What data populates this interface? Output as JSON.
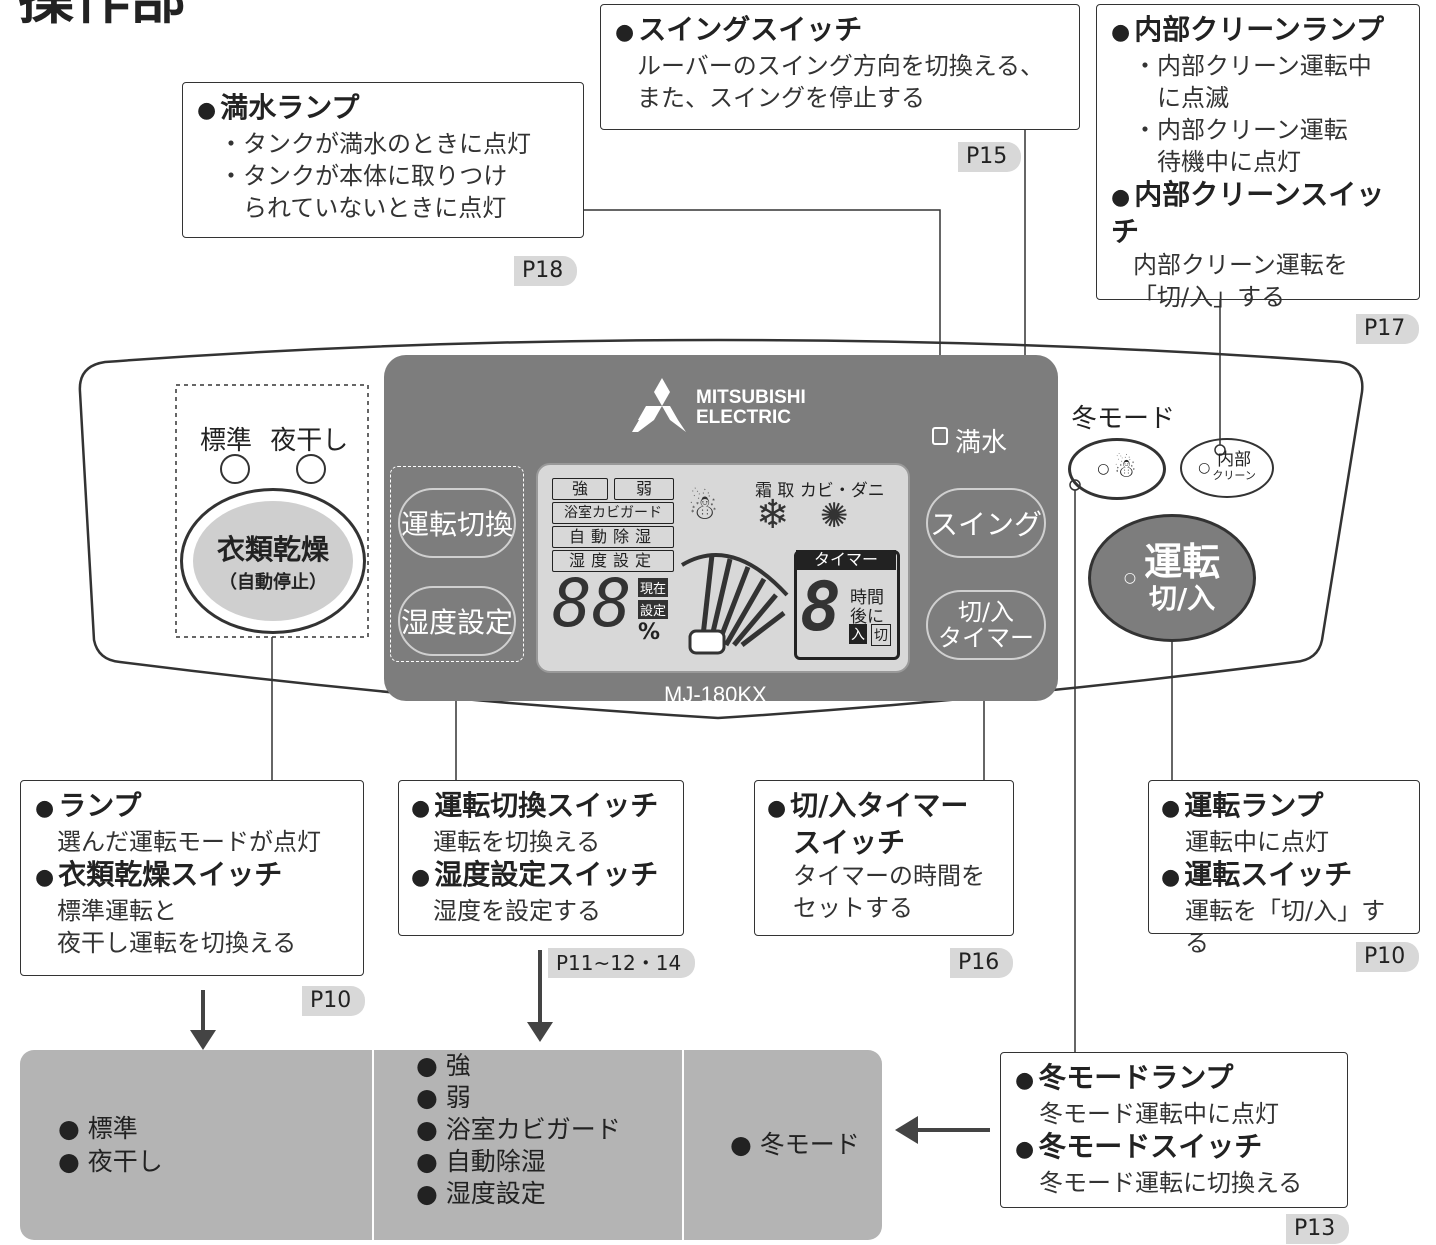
{
  "page_header": "操作部",
  "callouts": {
    "swing": {
      "title": "スイングスイッチ",
      "lines": [
        "ルーバーのスイング方向を切換える、",
        "また、スイングを停止する"
      ],
      "page": "P15"
    },
    "mansui": {
      "title": "満水ランプ",
      "lines": [
        "・タンクが満水のときに点灯",
        "・タンクが本体に取りつけ",
        "　られていないときに点灯"
      ],
      "page": "P18"
    },
    "naibu": {
      "title1": "内部クリーンランプ",
      "lines1": [
        "・内部クリーン運転中",
        "　に点滅",
        "・内部クリーン運転",
        "　待機中に点灯"
      ],
      "title2": "内部クリーンスイッチ",
      "lines2": [
        "内部クリーン運転を",
        "「切/入」する"
      ],
      "page": "P17"
    },
    "lamp": {
      "title1": "ランプ",
      "lines1": [
        "選んだ運転モードが点灯"
      ],
      "title2": "衣類乾燥スイッチ",
      "lines2": [
        "標準運転と",
        "夜干し運転を切換える"
      ],
      "page": "P10"
    },
    "unten_kirikae": {
      "title1": "運転切換スイッチ",
      "lines1": [
        "運転を切換える"
      ],
      "title2": "湿度設定スイッチ",
      "lines2": [
        "湿度を設定する"
      ],
      "page": "P11~12・14"
    },
    "timer": {
      "title_l1": "切/入タイマー",
      "title_l2": "スイッチ",
      "lines": [
        "タイマーの時間を",
        "セットする"
      ],
      "page": "P16"
    },
    "unten": {
      "title1": "運転ランプ",
      "lines1": [
        "運転中に点灯"
      ],
      "title2": "運転スイッチ",
      "lines2": [
        "運転を「切/入」する"
      ],
      "page": "P10"
    },
    "fuyu": {
      "title1": "冬モードランプ",
      "lines1": [
        "冬モード運転中に点灯"
      ],
      "title2": "冬モードスイッチ",
      "lines2": [
        "冬モード運転に切換える"
      ],
      "page": "P13"
    }
  },
  "panel": {
    "brand_l1": "MITSUBISHI",
    "brand_l2": "ELECTRIC",
    "model": "MJ-180KX",
    "mansui_label": "満水",
    "lamp_labels": [
      "標準",
      "夜干し"
    ],
    "irui_l1": "衣類乾燥",
    "irui_l2": "（自動停止）",
    "unten_kirikae": "運転切換",
    "shitsudo": "湿度設定",
    "swing": "スイング",
    "timer_l1": "切/入",
    "timer_l2": "タイマー",
    "fuyu_label": "冬モード",
    "naibu_l1": "内部",
    "naibu_l2": "クリーン",
    "unten_l1": "運転",
    "unten_l2": "切/入"
  },
  "lcd": {
    "modes": [
      "強",
      "弱",
      "浴室カビガード",
      "自動除湿",
      "湿度設定"
    ],
    "top_labels": [
      "霜",
      "取",
      "カビ・ダニ"
    ],
    "timer_label": "タイマー",
    "digits": "88",
    "timer_digit": "8",
    "genzai": "現在",
    "settei": "設定",
    "percent": "%",
    "jikan": "時間",
    "atoni": "後に",
    "iri": "入",
    "kiri": "切"
  },
  "modes_box": {
    "col1": [
      "標準",
      "夜干し"
    ],
    "col2": [
      "強",
      "弱",
      "浴室カビガード",
      "自動除湿",
      "湿度設定"
    ],
    "col3": [
      "冬モード"
    ]
  },
  "colors": {
    "panel_dark": "#7d7d7d",
    "lcd": "#d8d8d8",
    "grey_box": "#b4b4b4",
    "line": "#333333"
  }
}
